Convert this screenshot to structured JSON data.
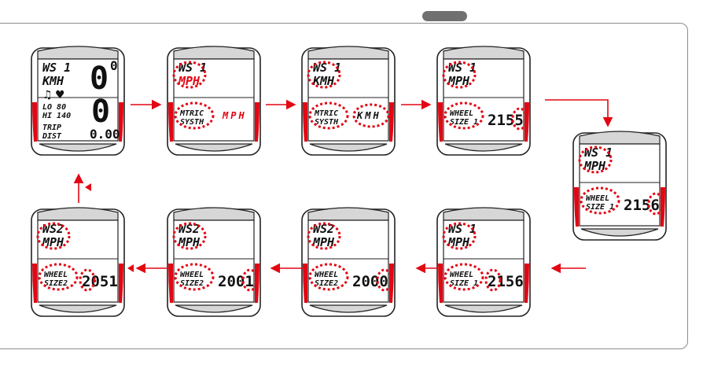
{
  "colors": {
    "accent": "#e30613",
    "body": "#ffffff",
    "outline": "#222222",
    "top_band": "#d6d6d6"
  },
  "devices": [
    {
      "id": "d0",
      "line1": "WS 1",
      "line2": "KMH",
      "big1": "0",
      "big1_sup": "0",
      "big2": "0",
      "hr_zone": "LO 80",
      "hr_zone2": "HI 140",
      "bottom_label1": "TRIP",
      "bottom_label2": "DIST",
      "bottom_value": "0.00",
      "highlight": []
    },
    {
      "id": "d1",
      "line1": "WS 1",
      "line2": "MPH",
      "bottom_label1": "MTRIC",
      "bottom_label2": "SYSTH",
      "bottom_value": "MPH",
      "highlight": [
        "line2",
        "bottom_label",
        "bottom_value_red"
      ]
    },
    {
      "id": "d2",
      "line1": "WS 1",
      "line2": "KMH",
      "bottom_label1": "MTRIC",
      "bottom_label2": "SYSTH",
      "bottom_value": "KMH",
      "highlight": [
        "top",
        "bottom_label",
        "bottom_value"
      ]
    },
    {
      "id": "d3",
      "line1": "WS 1",
      "line2": "MPH",
      "bottom_label1": "WHEEL",
      "bottom_label2": "SIZE 1",
      "bottom_value": "2155",
      "highlight": [
        "top",
        "bottom_label",
        "last_digit"
      ]
    },
    {
      "id": "d4",
      "line1": "WS 1",
      "line2": "MPH",
      "bottom_label1": "WHEEL",
      "bottom_label2": "SIZE 1",
      "bottom_value": "2156",
      "highlight": [
        "top",
        "bottom_label",
        "last_digit"
      ]
    },
    {
      "id": "d5",
      "line1": "WS 1",
      "line2": "MPH",
      "bottom_label1": "WHEEL",
      "bottom_label2": "SIZE 1",
      "bottom_value": "2156",
      "highlight": [
        "top",
        "bottom_label",
        "first_digit"
      ]
    },
    {
      "id": "d6",
      "line1": "WS2",
      "line2": "MPH",
      "bottom_label1": "WHEEL",
      "bottom_label2": "SIZE2",
      "bottom_value": "2000",
      "highlight": [
        "top",
        "bottom_label",
        "last_digit"
      ]
    },
    {
      "id": "d7",
      "line1": "WS2",
      "line2": "MPH",
      "bottom_label1": "WHEEL",
      "bottom_label2": "SIZE2",
      "bottom_value": "2001",
      "highlight": [
        "top",
        "bottom_label",
        "last_digit"
      ]
    },
    {
      "id": "d8",
      "line1": "WS2",
      "line2": "MPH",
      "bottom_label1": "WHEEL",
      "bottom_label2": "SIZE2",
      "bottom_value": "2051",
      "highlight": [
        "top",
        "bottom_label",
        "first_digit"
      ]
    }
  ]
}
